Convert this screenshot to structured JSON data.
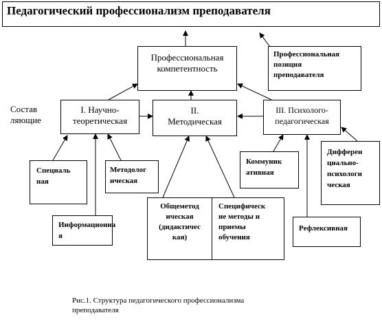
{
  "title": "Педагогический профессионализм преподавателя",
  "competence": [
    "Профессиональная",
    "компетентность"
  ],
  "position": [
    "Профессиональная",
    "позиция",
    "преподавателя"
  ],
  "components_label": [
    "Состав",
    "ляющие"
  ],
  "scientific": [
    "I. Научно-",
    "теоретическая"
  ],
  "methodical": [
    "II.",
    "Методическая"
  ],
  "psych": [
    "III. Психолого-",
    "педагогическая"
  ],
  "special": [
    "Специаль",
    "ная"
  ],
  "methodological": [
    "Методолог",
    "ическая"
  ],
  "informational": [
    "Информационна",
    "я"
  ],
  "general": [
    "Общеметод",
    "ическая",
    "(дидактичес",
    "кая)"
  ],
  "specific": [
    "Специфическ",
    "ие методы и",
    "приемы",
    "обучения"
  ],
  "communicative": [
    "Коммуник",
    "ативная"
  ],
  "reflexive": "Рефлексивная",
  "differential": [
    "Дифферен",
    "циально-",
    "психологи",
    "ческая"
  ],
  "caption": [
    "Рис.1. Структура педагогического профессионализма",
    "преподавателя"
  ]
}
